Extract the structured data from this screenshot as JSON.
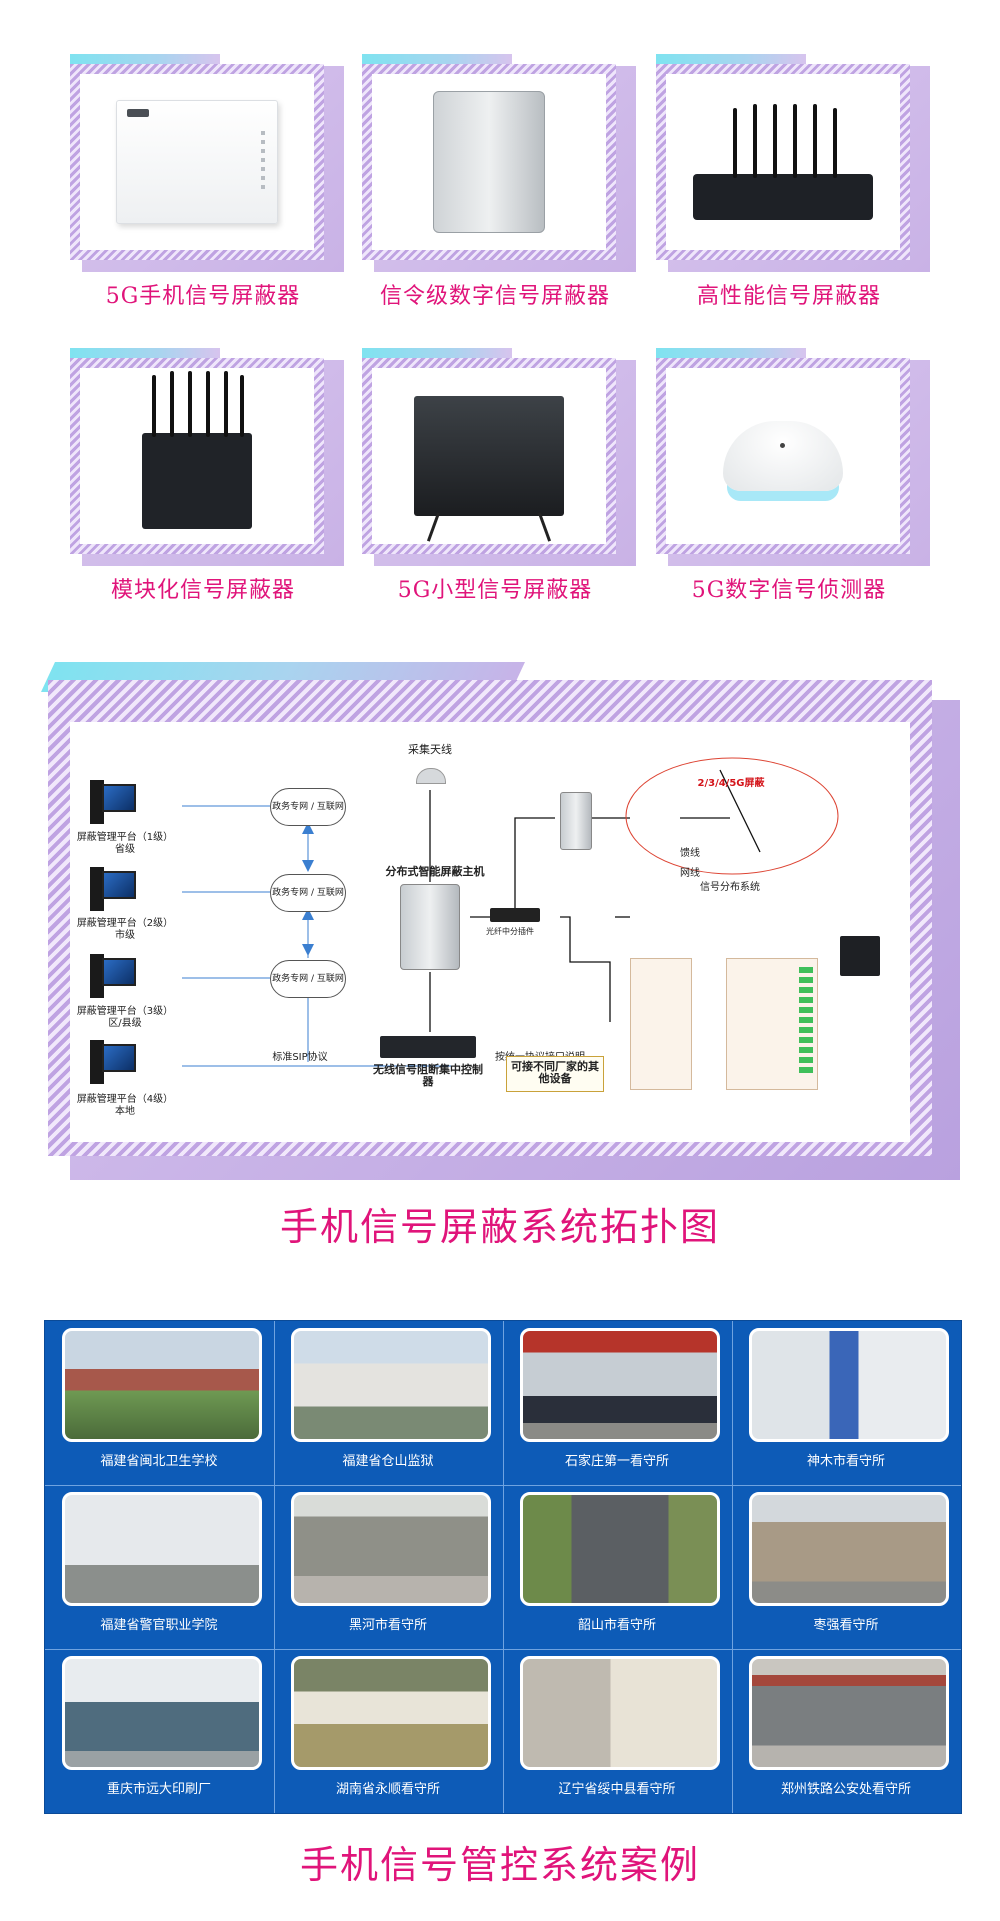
{
  "products": [
    {
      "label": "5G手机信号屏蔽器"
    },
    {
      "label": "信令级数字信号屏蔽器"
    },
    {
      "label": "高性能信号屏蔽器"
    },
    {
      "label": "模块化信号屏蔽器"
    },
    {
      "label": "5G小型信号屏蔽器"
    },
    {
      "label": "5G数字信号侦测器"
    }
  ],
  "topology": {
    "title": "手机信号屏蔽系统拓扑图",
    "antenna": "采集天线",
    "host": "分布式智能屏蔽主机",
    "controller": "无线信号阻断集中控制器",
    "sip": "标准SIP协议",
    "protocol": "按统一协议接口说明",
    "other_vendor": "可接不同厂家的其他设备",
    "legend_feeder": "馈线",
    "legend_net": "网线",
    "dist_system": "信号分布系统",
    "shield_tag": "2/3/4/5G屏蔽",
    "combiner": "光纤中分插件",
    "platforms": [
      {
        "name": "屏蔽管理平台（1级）",
        "level": "省级"
      },
      {
        "name": "屏蔽管理平台（2级）",
        "level": "市级"
      },
      {
        "name": "屏蔽管理平台（3级）",
        "level": "区/县级"
      },
      {
        "name": "屏蔽管理平台（4级）",
        "level": "本地"
      }
    ],
    "clouds": [
      "政务专网 / 互联网",
      "政务专网 / 互联网",
      "政务专网 / 互联网"
    ]
  },
  "cases": {
    "title": "手机信号管控系统案例",
    "items": [
      {
        "name": "福建省闽北卫生学校"
      },
      {
        "name": "福建省仓山监狱"
      },
      {
        "name": "石家庄第一看守所"
      },
      {
        "name": "神木市看守所"
      },
      {
        "name": "福建省警官职业学院"
      },
      {
        "name": "黑河市看守所"
      },
      {
        "name": "韶山市看守所"
      },
      {
        "name": "枣强看守所"
      },
      {
        "name": "重庆市远大印刷厂"
      },
      {
        "name": "湖南省永顺看守所"
      },
      {
        "name": "辽宁省绥中县看守所"
      },
      {
        "name": "郑州铁路公安处看守所"
      }
    ]
  },
  "colors": {
    "accent": "#e0147a",
    "case_bg": "#0d5bb7",
    "frame": "#bfa3e2"
  }
}
